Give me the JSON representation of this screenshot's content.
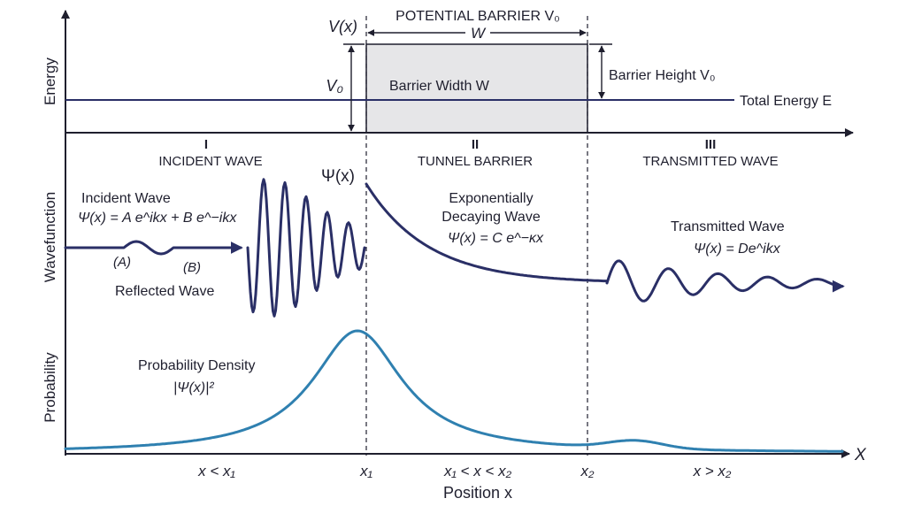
{
  "axes": {
    "energy": "Energy",
    "wavefunction": "Wavefunction",
    "probability": "Probability",
    "x_end": "X",
    "position": "Position x"
  },
  "barrier": {
    "title": "POTENTIAL BARRIER V₀",
    "width_symbol": "W",
    "vx": "V(x)",
    "v0": "V₀",
    "width_label": "Barrier Width W",
    "height_label": "Barrier Height V₀",
    "total_energy": "Total Energy E"
  },
  "regions": [
    {
      "numeral": "I",
      "name": "INCIDENT WAVE"
    },
    {
      "numeral": "II",
      "name": "TUNNEL BARRIER"
    },
    {
      "numeral": "III",
      "name": "TRANSMITTED WAVE"
    }
  ],
  "wave_labels": {
    "psi": "Ψ(x)",
    "incident_title": "Incident Wave",
    "incident_eq": "Ψ(x) = A e^ikx + B e^−ikx",
    "a_marker": "(A)",
    "b_marker": "(B)",
    "reflected": "Reflected Wave",
    "decay_title_1": "Exponentially",
    "decay_title_2": "Decaying Wave",
    "decay_eq": "Ψ(x) = C e^−κx",
    "transmitted_title": "Transmitted Wave",
    "transmitted_eq": "Ψ(x) = De^ikx"
  },
  "probability": {
    "title": "Probability Density",
    "formula": "|Ψ(x)|²"
  },
  "ticks": [
    {
      "name": "tick-x-less-x1",
      "label": "x < x₁"
    },
    {
      "name": "tick-x1",
      "label": "x₁"
    },
    {
      "name": "tick-x1-x-x2",
      "label": "x₁ < x < x₂"
    },
    {
      "name": "tick-x2",
      "label": "x₂"
    },
    {
      "name": "tick-x-greater-x2",
      "label": "x > x₂"
    }
  ],
  "colors": {
    "wave": "#2a2f66",
    "probability": "#2f80b0",
    "barrier_fill": "#e6e6e8"
  }
}
